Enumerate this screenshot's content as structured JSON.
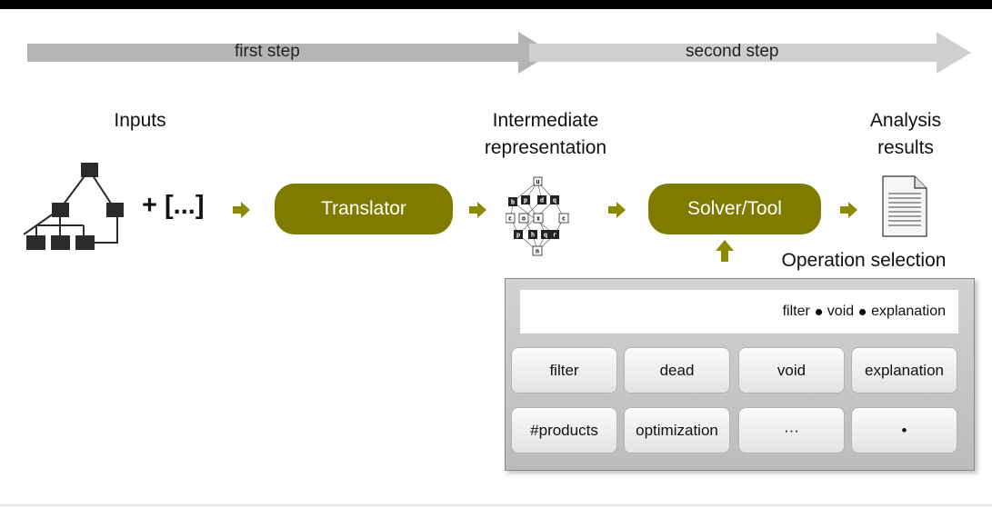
{
  "steps": {
    "first": "first step",
    "second": "second step"
  },
  "headings": {
    "inputs": "Inputs",
    "intermediate_line1": "Intermediate",
    "intermediate_line2": "representation",
    "results_line1": "Analysis",
    "results_line2": "results",
    "operation_selection": "Operation selection"
  },
  "extra_inputs": "+ [...]",
  "components": {
    "translator": "Translator",
    "solver": "Solver/Tool"
  },
  "panel": {
    "display": {
      "op1": "filter",
      "op2": "void",
      "op3": "explanation"
    },
    "buttons": [
      "filter",
      "dead",
      "void",
      "explanation",
      "#products",
      "optimization",
      "···",
      "•"
    ]
  },
  "lattice_letters": [
    "u",
    "b",
    "p",
    "d",
    "q",
    "c",
    "o",
    "x",
    "c",
    "p",
    "h",
    "q",
    "r",
    "n"
  ],
  "colors": {
    "accent": "#7f7b00",
    "arrow_fill": "#8c8a00",
    "step_arrow_first": "#b4b4b4",
    "step_arrow_second": "#cfcfcf",
    "node": "#2a2a2a"
  }
}
